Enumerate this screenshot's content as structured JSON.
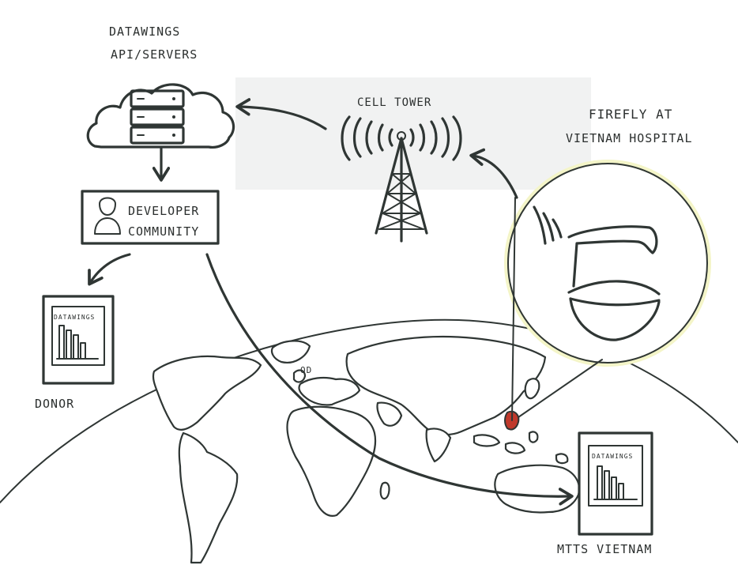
{
  "labels": {
    "servers_line1": "DATAWINGS",
    "servers_line2": "API/SERVERS",
    "cell_tower": "CELL TOWER",
    "firefly_line1": "FIREFLY AT",
    "firefly_line2": "VIETNAM HOSPITAL",
    "developer_line1": "DEVELOPER",
    "developer_line2": "COMMUNITY",
    "donor": "DONOR",
    "mtts": "MTTS VIETNAM",
    "donor_report": "DATAWINGS",
    "mtts_report": "DATAWINGS",
    "map_note": "OD"
  },
  "colors": {
    "ink": "#2f3634",
    "highlight_box": "#f1f2f2",
    "firefly_glow": "#f4f5c8",
    "hospital_marker": "#c0392b"
  },
  "icons": {
    "cloud": "cloud-server-icon",
    "tower": "cell-tower-icon",
    "user": "user-icon",
    "firefly": "firefly-device-icon",
    "report": "bar-chart-report-icon",
    "globe": "world-map-icon"
  }
}
